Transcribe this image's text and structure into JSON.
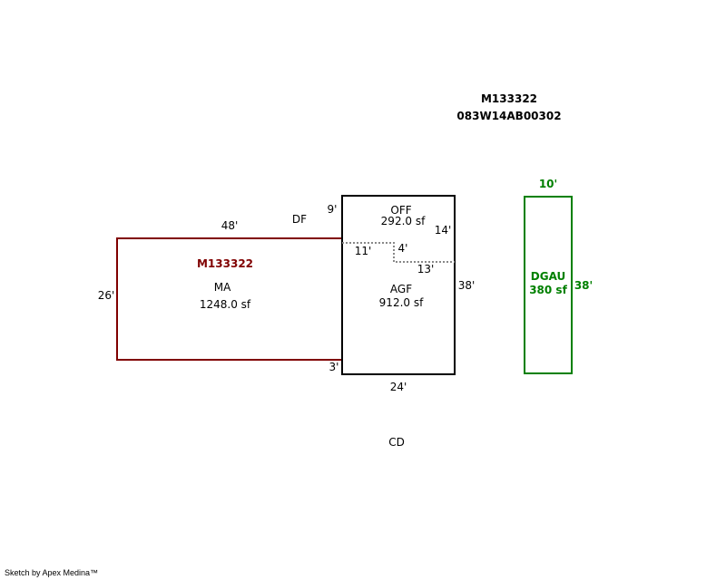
{
  "header": {
    "parcel_id": "M133322",
    "map_number": "083W14AB00302"
  },
  "colors": {
    "main_area": "#800000",
    "garage": "#008000",
    "agf": "#000000",
    "partition": "#888888"
  },
  "areas": {
    "ma": {
      "owner_label": "M133322",
      "code": "MA",
      "area": "1248.0 sf",
      "top_dim": "48'",
      "left_dim": "26'"
    },
    "agf": {
      "code": "AGF",
      "area": "912.0 sf",
      "right_dim": "38'",
      "bottom_dim": "24'",
      "bottom_left_dim": "3'",
      "top_left_dim": "9'"
    },
    "off": {
      "code": "OFF",
      "area": "292.0 sf",
      "dims": [
        "14'",
        "11'",
        "4'",
        "13'"
      ]
    },
    "dgau": {
      "code": "DGAU",
      "area": "380 sf",
      "top_dim": "10'",
      "right_dim": "38'"
    }
  },
  "labels": {
    "df": "DF",
    "cd": "CD"
  },
  "footer": "Sketch by Apex Medina™"
}
